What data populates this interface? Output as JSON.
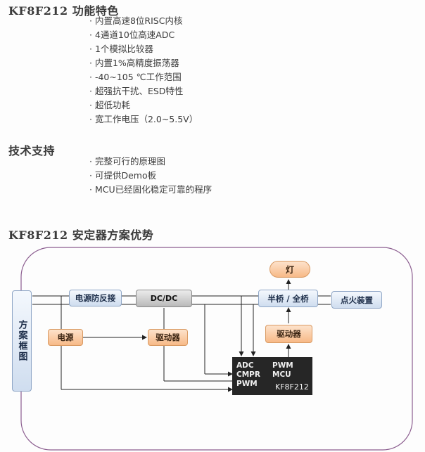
{
  "features": {
    "title": "KF8F212 功能特色",
    "items": [
      "内置高速8位RISC内核",
      "4通道10位高速ADC",
      "1个模拟比较器",
      "内置1%高精度振荡器",
      "-40~105 ℃工作范围",
      "超强抗干扰、ESD特性",
      "超低功耗",
      "宽工作电压（2.0~5.5V）"
    ]
  },
  "support": {
    "title": "技术支持",
    "items": [
      "完整可行的原理图",
      "可提供Demo板",
      "MCU已经固化稳定可靠的程序"
    ]
  },
  "advantage": {
    "title": "KF8F212 安定器方案优势"
  },
  "diagram": {
    "side_label": "方案框图",
    "power_protect": "电源防反接",
    "dcdc": "DC/DC",
    "half_full_bridge": "半桥 / 全桥",
    "ignition": "点火装置",
    "lamp": "灯",
    "power": "电源",
    "driver_left": "驱动器",
    "driver_right": "驱动器",
    "chip": {
      "adc": "ADC",
      "cmpr": "CMPR",
      "pwm_left": "PWM",
      "pwm_right": "PWM",
      "mcu": "MCU",
      "name": "KF8F212"
    }
  }
}
